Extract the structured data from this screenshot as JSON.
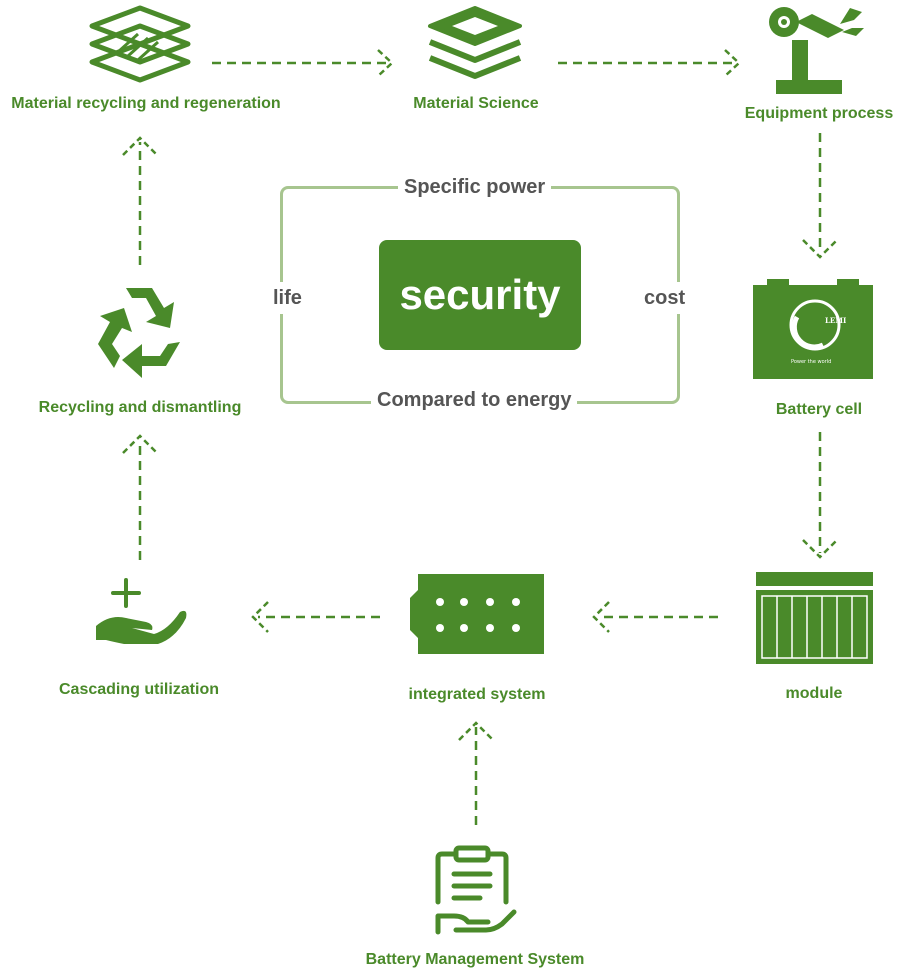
{
  "colors": {
    "accent": "#4a8a2a",
    "frame": "#a7c58f",
    "frame_text": "#555555"
  },
  "nodes": {
    "material_recycling": {
      "label": "Material recycling and regeneration",
      "icon": "stacked-layers-icon"
    },
    "material_science": {
      "label": "Material Science",
      "icon": "layers-icon"
    },
    "equipment_process": {
      "label": "Equipment process",
      "icon": "robot-arm-icon"
    },
    "battery_cell": {
      "label": "Battery cell",
      "icon": "battery-cell-icon"
    },
    "module": {
      "label": "module",
      "icon": "battery-module-icon"
    },
    "integrated_system": {
      "label": "integrated system",
      "icon": "battery-pack-icon"
    },
    "bms": {
      "label": "Battery Management System",
      "icon": "clipboard-hand-icon"
    },
    "cascading": {
      "label": "Cascading utilization",
      "icon": "hand-plus-icon"
    },
    "recycling_dismantling": {
      "label": "Recycling and dismantling",
      "icon": "recycle-icon"
    }
  },
  "center": {
    "security": "security",
    "top": "Specific power",
    "bottom": "Compared to energy",
    "left": "life",
    "right": "cost"
  }
}
